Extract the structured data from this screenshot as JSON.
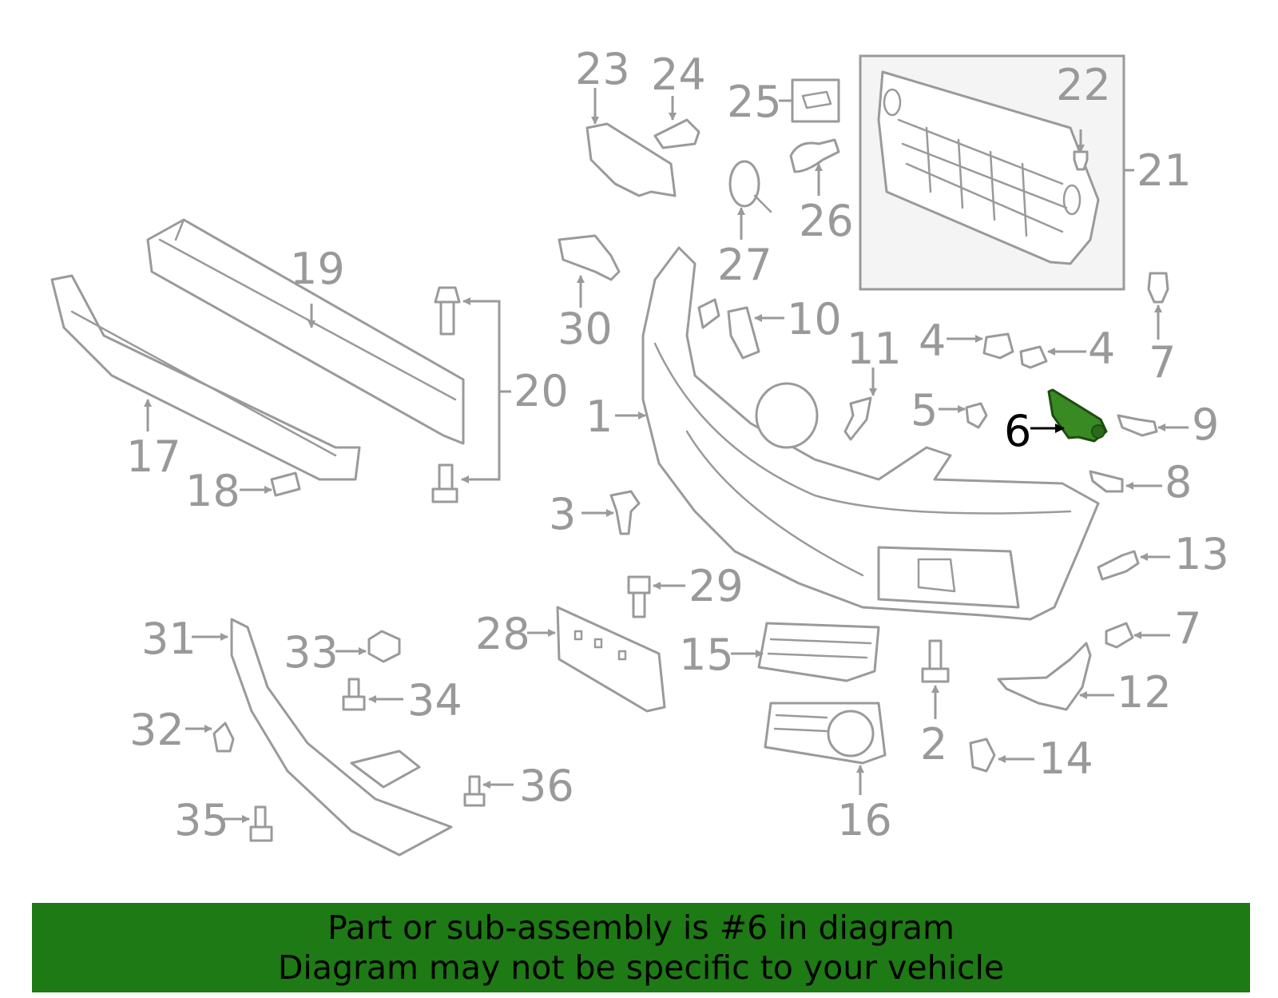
{
  "callouts": [
    "1",
    "2",
    "3",
    "4",
    "4",
    "5",
    "6",
    "7",
    "7",
    "8",
    "9",
    "10",
    "11",
    "12",
    "13",
    "14",
    "15",
    "16",
    "17",
    "18",
    "19",
    "20",
    "21",
    "22",
    "23",
    "24",
    "25",
    "26",
    "27",
    "28",
    "29",
    "30",
    "31",
    "32",
    "33",
    "34",
    "35",
    "36"
  ],
  "highlighted_part": "6",
  "colors": {
    "highlight": "#3a8a23",
    "banner": "#1e7a14",
    "line": "#9a9a9a"
  },
  "banner": {
    "line1": "Part or sub-assembly is #6 in diagram",
    "line2": "Diagram may not be specific to your vehicle"
  }
}
